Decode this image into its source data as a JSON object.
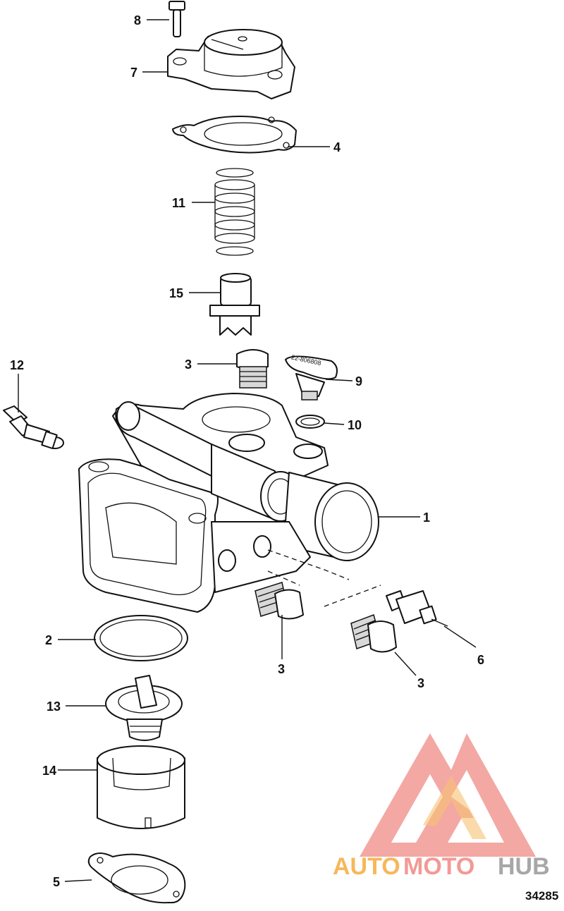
{
  "figure_number": "34285",
  "callouts": {
    "c1": "1",
    "c2": "2",
    "c3a": "3",
    "c3b": "3",
    "c3c": "3",
    "c4": "4",
    "c5": "5",
    "c6": "6",
    "c7": "7",
    "c8": "8",
    "c9": "9",
    "c10": "10",
    "c11": "11",
    "c12": "12",
    "c13": "13",
    "c14": "14",
    "c15": "15"
  },
  "part_marking": "22-806808",
  "watermark": {
    "part1": "AUTO",
    "part2": "MOTO",
    "part3": "HUB",
    "colors": {
      "orange": "#f6b85a",
      "pink": "#f29a95",
      "gray": "#a7a7a7"
    }
  }
}
